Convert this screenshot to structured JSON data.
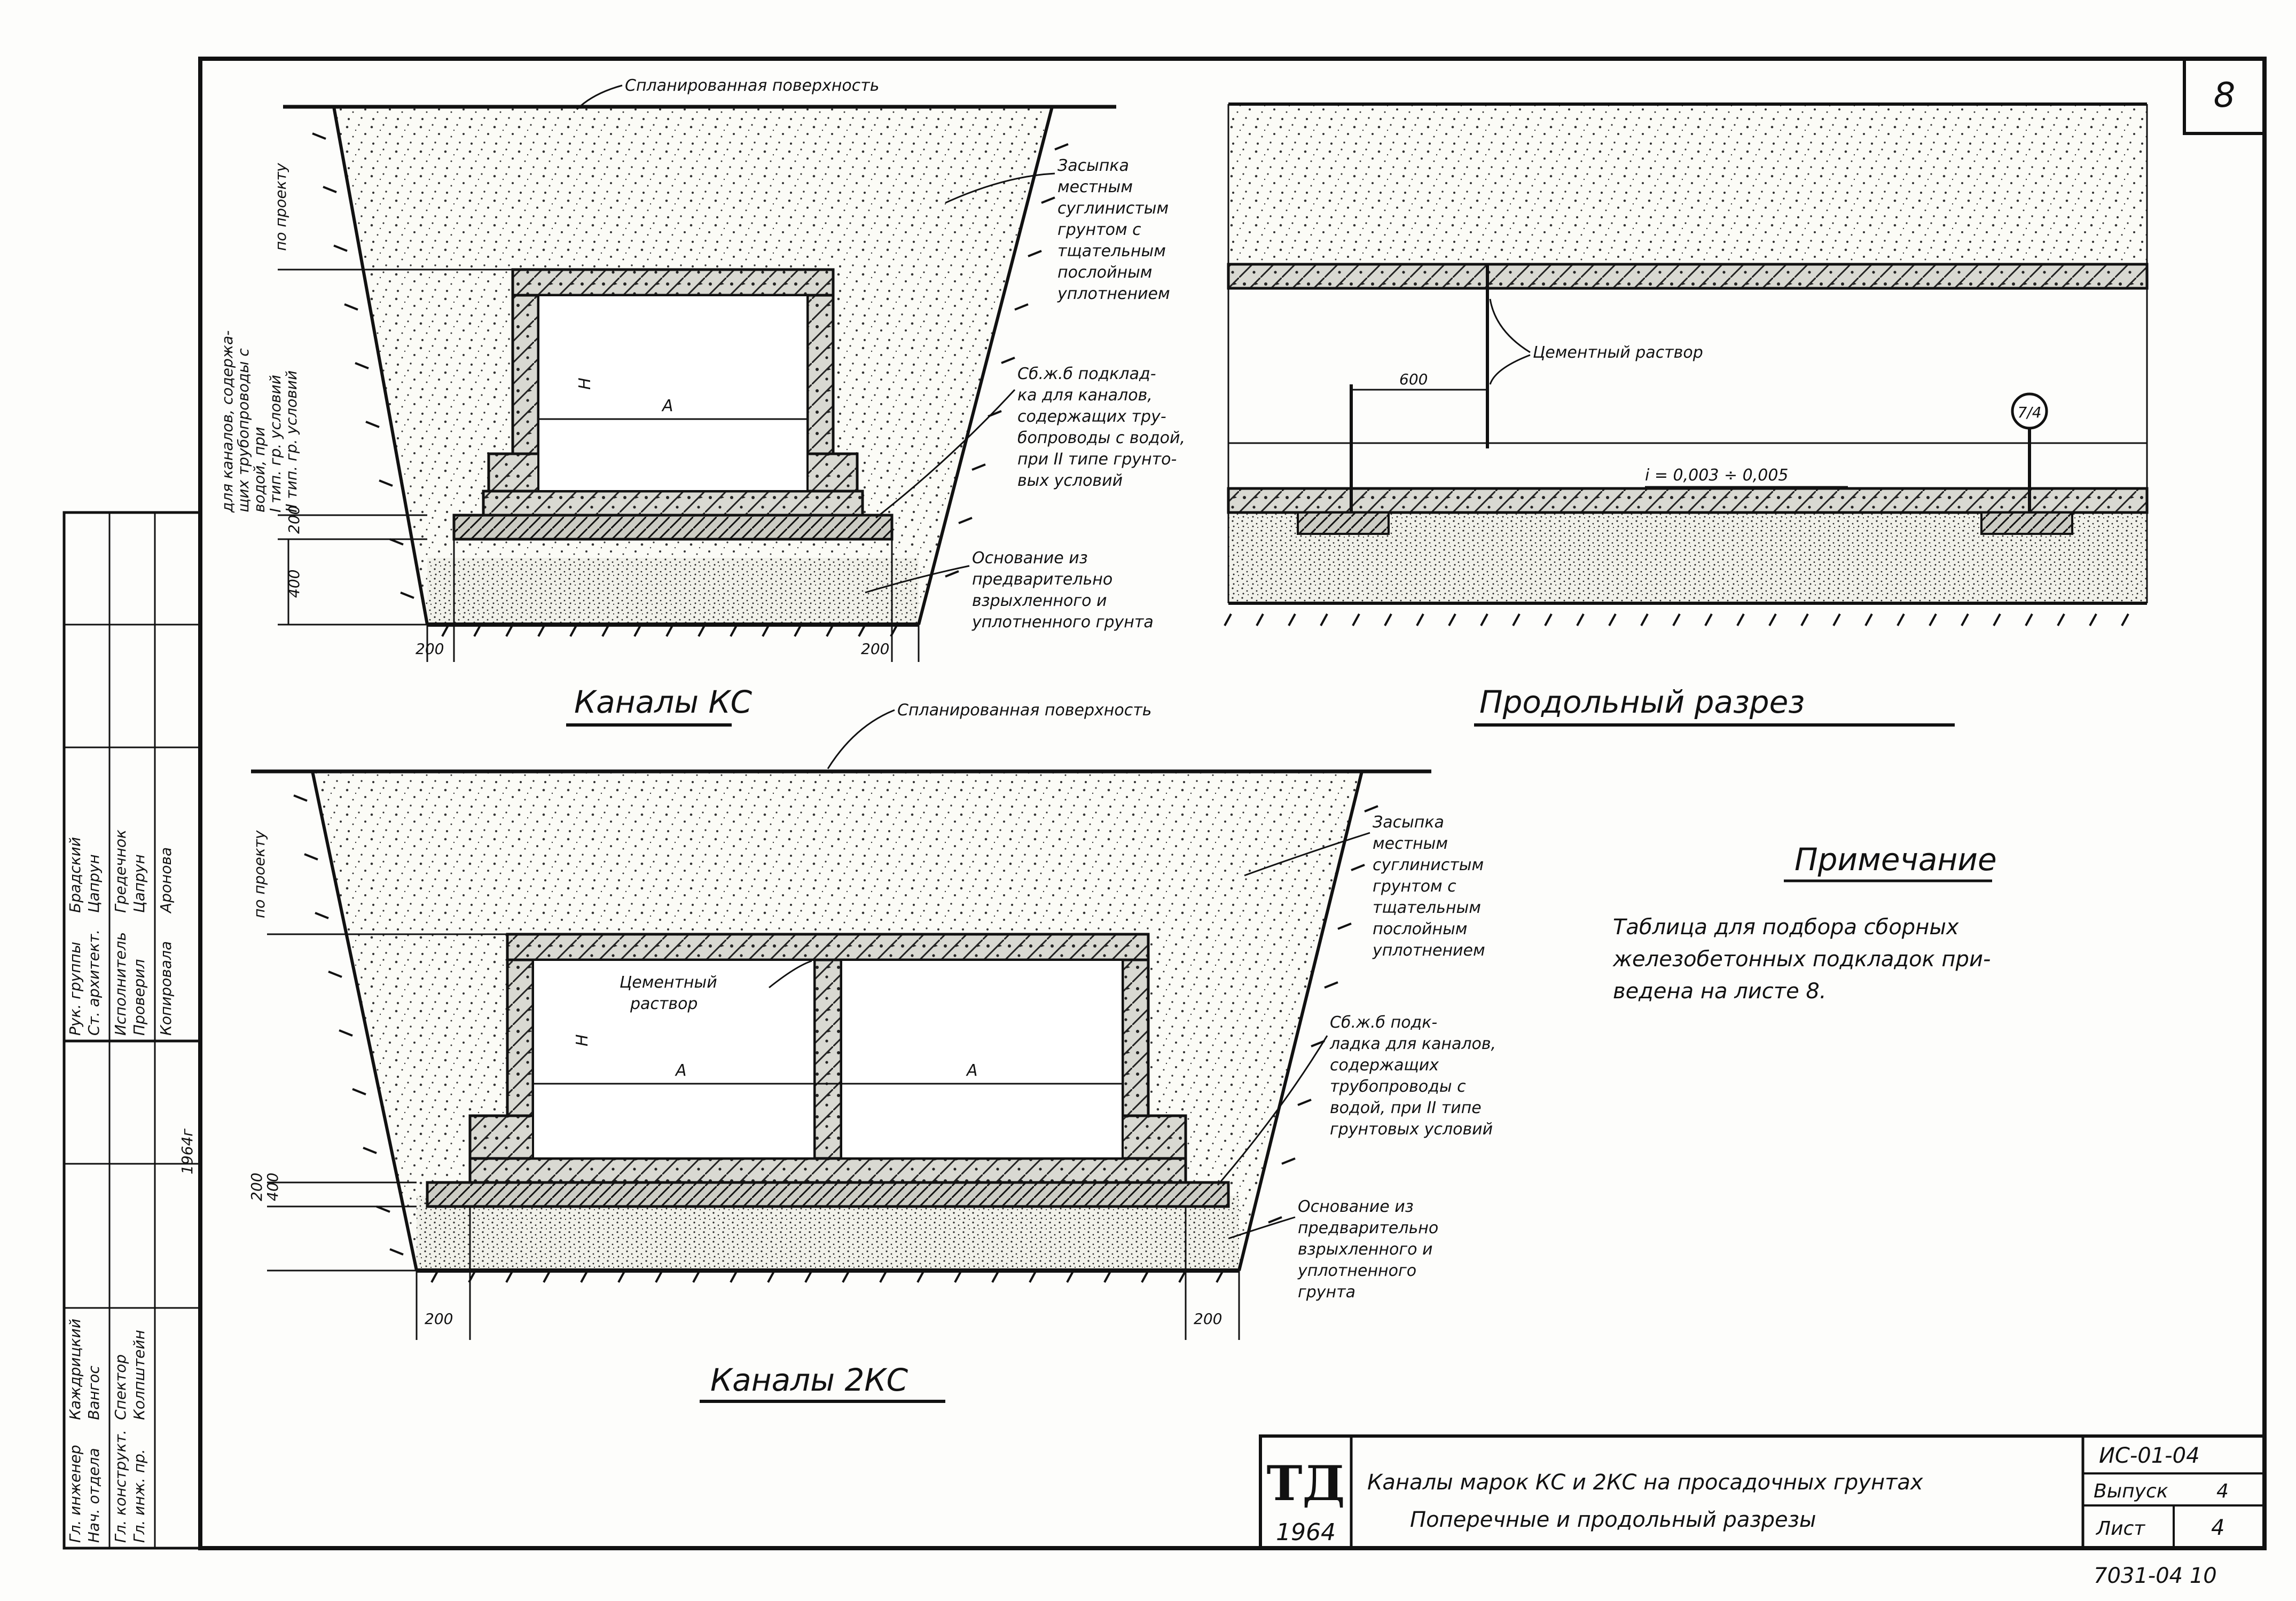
{
  "sheet": {
    "sheet_mark": "8",
    "label_planned_surface_top": "Спланированная поверхность",
    "label_planned_surface_bottom": "Спланированная поверхность",
    "label_backfill_top": [
      "Засыпка",
      "местным",
      "суглинистым",
      "грунтом с",
      "тщательным",
      "послойным",
      "уплотнением"
    ],
    "label_backfill_bottom": [
      "Засыпка",
      "местным",
      "суглинистым",
      "грунтом с",
      "тщательным",
      "послойным",
      "уплотнением"
    ],
    "label_pad_top": [
      "Сб.ж.б подклад-",
      "ка для каналов,",
      "содержащих тру-",
      "бопроводы с водой,",
      "при II типе грунто-",
      "вых условий"
    ],
    "label_pad_bottom": [
      "Сб.ж.б подк-",
      "ладка для каналов,",
      "содержащих",
      "трубопроводы с",
      "водой, при II типе",
      "грунтовых условий"
    ],
    "label_base_top": [
      "Основание из",
      "предварительно",
      "взрыхленного и",
      "уплотненного грунта"
    ],
    "label_base_bottom": [
      "Основание из",
      "предварительно",
      "взрыхленного и",
      "уплотненного",
      "грунта"
    ],
    "label_cement_long": "Цементный раствор",
    "label_cement_bottom": [
      "Цементный",
      "раствор"
    ],
    "label_H": "H",
    "label_A": "A",
    "slope_label": "i = 0,003 ÷ 0,005",
    "dim_600": "600",
    "dim_200": "200",
    "dim_400": "400",
    "vert_left_top": [
      "для каналов, содержа-",
      "щих трубопроводы с",
      "водой, при",
      "I тип. гр. условий",
      "II тип. гр. условий"
    ],
    "vert_proekt": "по проекту",
    "vert_proekt2": "по проекту",
    "caption_ks": "Каналы КС",
    "caption_long": "Продольный разрез",
    "caption_2ks": "Каналы 2КС",
    "note_heading": "Примечание",
    "note_text": [
      "Таблица для подбора сборных",
      "железобетонных подкладок при-",
      "ведена на листе 8."
    ],
    "marker_symbol": "7/4"
  },
  "stamp": {
    "staff": [
      {
        "role": "Гл. инженер",
        "name": "Каждрицкий"
      },
      {
        "role": "Нач. отдела",
        "name": "Вангос"
      },
      {
        "role": "Гл. конструкт.",
        "name": "Спектор"
      },
      {
        "role": "Гл. инж. пр.",
        "name": "Колпштейн"
      },
      {
        "role": "Рук. группы",
        "name": "Брадский"
      },
      {
        "role": "Ст. архитект.",
        "name": "Цапрун"
      },
      {
        "role": "Исполнитель",
        "name": "Гредечнок"
      },
      {
        "role": "Проверил",
        "name": "Цапрун"
      },
      {
        "role": "Копировала",
        "name": "Аронова"
      }
    ],
    "year_mark": "1964г",
    "logo_letters": "ТД",
    "logo_year": "1964",
    "title_line1": "Каналы марок КС и 2КС на просадочных грунтах",
    "title_line2": "Поперечные и продольный разрезы",
    "code": "ИС-01-04",
    "issue_label": "Выпуск",
    "issue_value": "4",
    "sheet_label": "Лист",
    "sheet_value": "4",
    "bottom_number": "7031-04 10"
  }
}
